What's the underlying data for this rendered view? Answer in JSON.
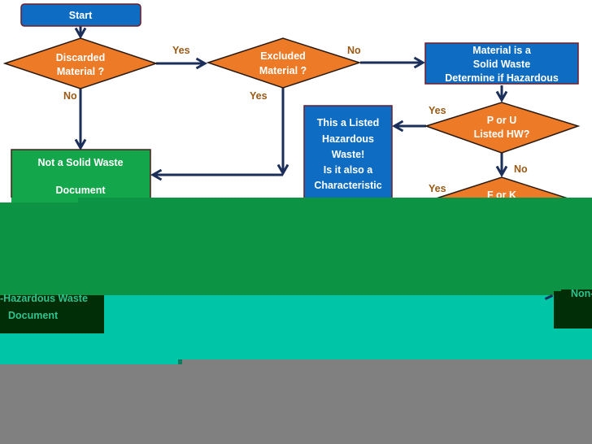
{
  "colors": {
    "process_blue": "#0e6cc2",
    "decision_orange": "#ec7a26",
    "terminal_green": "#14a64a",
    "connector_navy": "#1b2f5a",
    "label_brown": "#9a5a16",
    "overlay_green": "#0d9344",
    "overlay_teal": "#00c6a8",
    "overlay_gray": "#808080",
    "overlay_dark": "#012d07"
  },
  "nodes": {
    "start": {
      "label": "Start"
    },
    "discarded": {
      "line1": "Discarded",
      "line2": "Material ?"
    },
    "excluded": {
      "line1": "Excluded",
      "line2": "Material ?"
    },
    "solid_waste": {
      "line1": "Material is a",
      "line2": "Solid Waste",
      "line3": "Determine if Hazardous"
    },
    "not_solid_waste": {
      "line1": "Not a Solid Waste",
      "line2": "Document"
    },
    "p_or_u": {
      "line1": "P or U",
      "line2": "Listed HW?"
    },
    "listed_hw": {
      "line1": "This a Listed",
      "line2": "Hazardous",
      "line3": "Waste!",
      "line4": "Is it also a",
      "line5": "Characteristic"
    },
    "f_or_k": {
      "line1": "F or K"
    }
  },
  "edge_labels": {
    "discarded_yes": "Yes",
    "discarded_no": "No",
    "excluded_no": "No",
    "excluded_yes": "Yes",
    "p_or_u_yes": "Yes",
    "p_or_u_no": "No",
    "f_or_k_yes": "Yes"
  },
  "overlay": {
    "left_box_line1": "-Hazardous Waste",
    "left_box_line2": "Document",
    "right_box_text": "Non-"
  }
}
